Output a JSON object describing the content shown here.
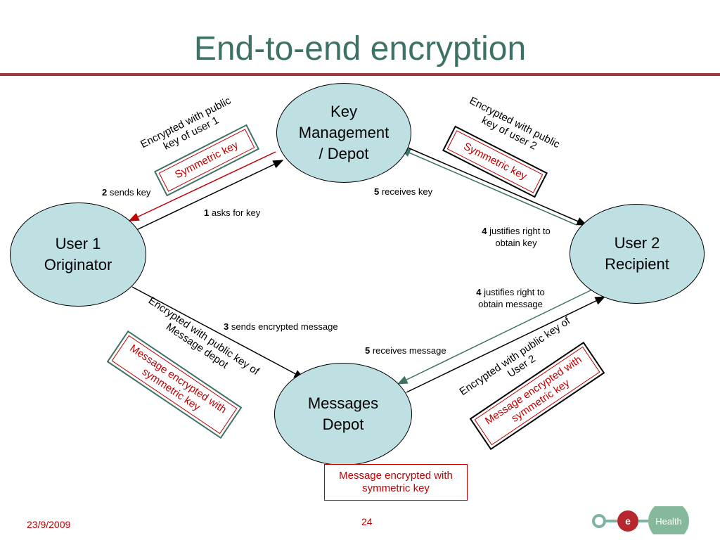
{
  "title": "End-to-end encryption",
  "nodes": {
    "kmd": "Key\nManagement\n/ Depot",
    "user1": "User 1\nOriginator",
    "user2": "User 2\nRecipient",
    "md": "Messages\nDepot"
  },
  "steps": {
    "s1": {
      "num": "1",
      "text": " asks for key"
    },
    "s2": {
      "num": "2",
      "text": " sends key"
    },
    "s3": {
      "num": "3",
      "text": " sends encrypted message"
    },
    "s4a": {
      "num": "4",
      "text": " justifies right to\nobtain key"
    },
    "s4b": {
      "num": "4",
      "text": " justifies right to\nobtain message"
    },
    "s5a": {
      "num": "5",
      "text": " receives key"
    },
    "s5b": {
      "num": "5",
      "text": " receives message"
    }
  },
  "rotated_labels": {
    "enc_user1": "Encrypted with public\nkey of user 1",
    "enc_user2": "Encrypted with public\nkey of user 2",
    "enc_md": "Encrypted with public key of\nMessage depot",
    "enc_user2_msg": "Encrypted with public key of\nUser 2"
  },
  "boxes": {
    "sym1": "Symmetric key",
    "sym2": "Symmetric key",
    "msg1": "Message encrypted with\nsymmetric key",
    "msg2": "Message encrypted with\nsymmetric key",
    "msg3": "Message encrypted with\nsymmetric key"
  },
  "footer": {
    "date": "23/9/2009",
    "page": "24"
  },
  "logo": {
    "letter": "e",
    "word": "Health"
  },
  "colors": {
    "title": "#3f7266",
    "rule": "#a33a3a",
    "node_fill": "#bfe0e3",
    "red": "#c00000",
    "green": "#3f7266"
  }
}
